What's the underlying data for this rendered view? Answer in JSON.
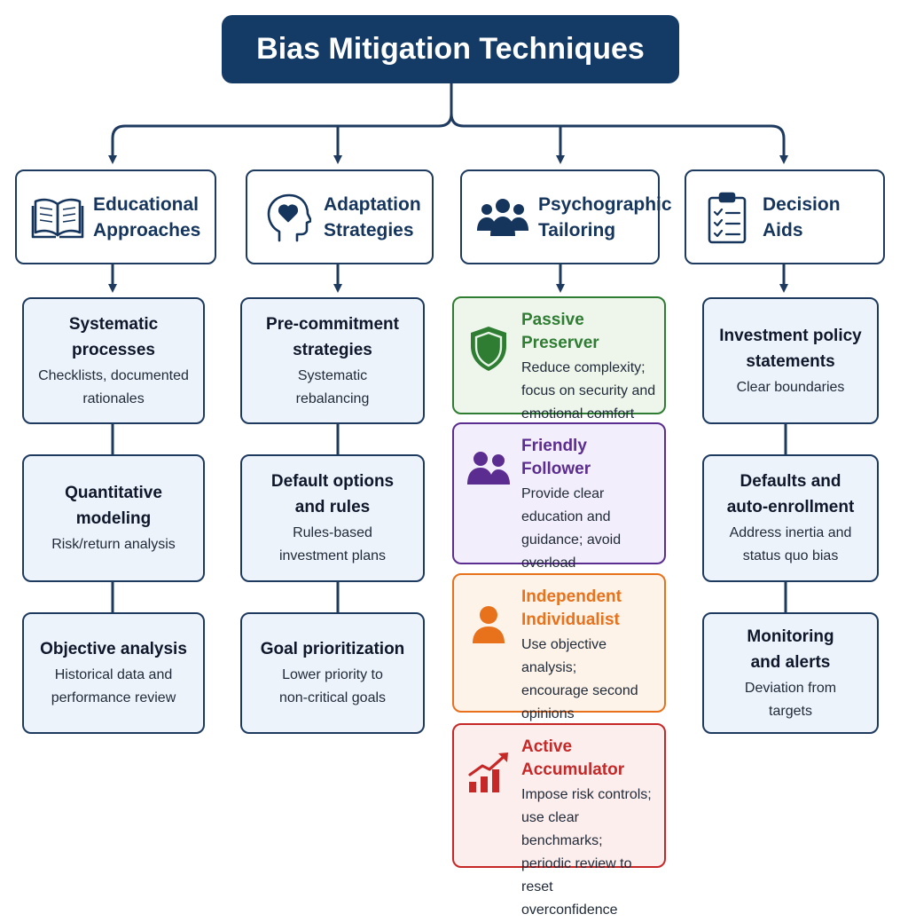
{
  "title": "Bias Mitigation Techniques",
  "colors": {
    "navy": "#143a66",
    "line": "#1e3a5f",
    "item_bg": "#edf3fb",
    "passive": "#2e7d32",
    "friendly": "#5b2d91",
    "independent": "#e8711c",
    "active": "#c62828"
  },
  "categories": [
    {
      "line1": "Educational",
      "line2": "Approaches",
      "icon": "book-icon"
    },
    {
      "line1": "Adaptation",
      "line2": "Strategies",
      "icon": "head-heart-icon"
    },
    {
      "line1": "Psychographic",
      "line2": "Tailoring",
      "icon": "people-group-icon"
    },
    {
      "line1": "Decision",
      "line2": "Aids",
      "icon": "clipboard-checklist-icon"
    }
  ],
  "educational": [
    {
      "h1": "Systematic",
      "h2": "processes",
      "d1": "Checklists, documented",
      "d2": "rationales"
    },
    {
      "h1": "Quantitative",
      "h2": "modeling",
      "d1": "Risk/return analysis",
      "d2": ""
    },
    {
      "h1": "Objective analysis",
      "h2": "",
      "d1": "Historical data and",
      "d2": "performance review"
    }
  ],
  "adaptation": [
    {
      "h1": "Pre-commitment",
      "h2": "strategies",
      "d1": "Systematic",
      "d2": "rebalancing"
    },
    {
      "h1": "Default options",
      "h2": "and rules",
      "d1": "Rules-based",
      "d2": "investment plans"
    },
    {
      "h1": "Goal prioritization",
      "h2": "",
      "d1": "Lower priority to",
      "d2": "non-critical goals"
    }
  ],
  "decision": [
    {
      "h1": "Investment policy",
      "h2": "statements",
      "d1": "Clear boundaries",
      "d2": ""
    },
    {
      "h1": "Defaults and",
      "h2": "auto-enrollment",
      "d1": "Address inertia and",
      "d2": "status quo bias"
    },
    {
      "h1": "Monitoring",
      "h2": "and alerts",
      "d1": "Deviation from",
      "d2": "targets"
    }
  ],
  "profiles": [
    {
      "h1": "Passive Preserver",
      "h2": "",
      "d": [
        "Reduce complexity;",
        "focus on security and",
        "emotional comfort",
        ""
      ],
      "icon": "shield-icon"
    },
    {
      "h1": "Friendly Follower",
      "h2": "",
      "d": [
        "Provide clear",
        "education and",
        "guidance; avoid",
        "overload"
      ],
      "icon": "two-people-icon"
    },
    {
      "h1": "Independent",
      "h2": "Individualist",
      "d": [
        "Use objective analysis;",
        "encourage second",
        "opinions",
        ""
      ],
      "icon": "person-icon"
    },
    {
      "h1": "Active Accumulator",
      "h2": "",
      "d": [
        "Impose risk controls;",
        "use clear benchmarks;",
        "periodic review to reset",
        "overconfidence"
      ],
      "icon": "growth-chart-icon"
    }
  ]
}
